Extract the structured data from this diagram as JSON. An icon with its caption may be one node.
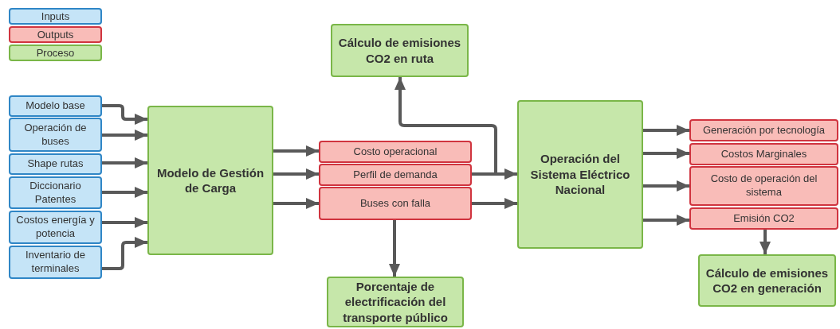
{
  "diagram": {
    "nodes": [
      {
        "text": [
          "Cálculo de emisiones CO2 en ruta"
        ]
      },
      {
        "text": [
          "Modelo base"
        ]
      },
      {
        "text": [
          "Operación de buses"
        ]
      },
      {
        "text": [
          "Shape rutas"
        ]
      },
      {
        "text": [
          "Diccionario Patentes"
        ]
      },
      {
        "text": [
          "Costos energía y potencia"
        ]
      },
      {
        "text": [
          "Inventario de terminales"
        ]
      },
      {
        "text": [
          "Modelo de Gestión de Carga"
        ]
      },
      {
        "text": [
          "Costo operacional"
        ]
      },
      {
        "text": [
          "Perfil de demanda"
        ]
      },
      {
        "text": [
          "Buses con falla"
        ]
      },
      {
        "text": [
          "Operación del Sistema Eléctrico Nacional"
        ]
      },
      {
        "text": [
          "Generación por tecnología"
        ]
      },
      {
        "text": [
          "Costos Marginales"
        ]
      },
      {
        "text": [
          "Costo de operación del sistema"
        ]
      },
      {
        "text": [
          "Emisión CO2"
        ]
      },
      {
        "text": [
          "Porcentaje de electrificación del transporte público"
        ]
      },
      {
        "text": [
          "Cálculo de emisiones CO2 en generación"
        ]
      }
    ],
    "edges": [
      {
        "from": 1,
        "to": 7,
        "arrow": "to"
      },
      {
        "from": 2,
        "to": 7,
        "arrow": "to"
      },
      {
        "from": 3,
        "to": 7,
        "arrow": "to"
      },
      {
        "from": 4,
        "to": 7,
        "arrow": "to"
      },
      {
        "from": 5,
        "to": 7,
        "arrow": "to"
      },
      {
        "from": 6,
        "to": 7,
        "arrow": "to"
      },
      {
        "from": 7,
        "to": 8,
        "arrow": "to"
      },
      {
        "from": 7,
        "to": 9,
        "arrow": "to"
      },
      {
        "from": 7,
        "to": 10,
        "arrow": "to"
      },
      {
        "from": 9,
        "to": 11,
        "arrow": "to"
      },
      {
        "from": 9,
        "to": 0,
        "arrow": "to"
      },
      {
        "from": 10,
        "to": 11,
        "arrow": "to"
      },
      {
        "from": 10,
        "to": 16,
        "arrow": "to"
      },
      {
        "from": 11,
        "to": 12,
        "arrow": "to"
      },
      {
        "from": 11,
        "to": 13,
        "arrow": "to"
      },
      {
        "from": 11,
        "to": 14,
        "arrow": "to"
      },
      {
        "from": 11,
        "to": 15,
        "arrow": "to"
      },
      {
        "from": 15,
        "to": 17,
        "arrow": "to"
      }
    ],
    "legend": [
      {
        "text": "Inputs",
        "color": "#c5e4f7"
      },
      {
        "text": "Outputs",
        "color": "#f9bcb8"
      },
      {
        "text": "Proceso",
        "color": "#c6e7aa"
      }
    ]
  }
}
